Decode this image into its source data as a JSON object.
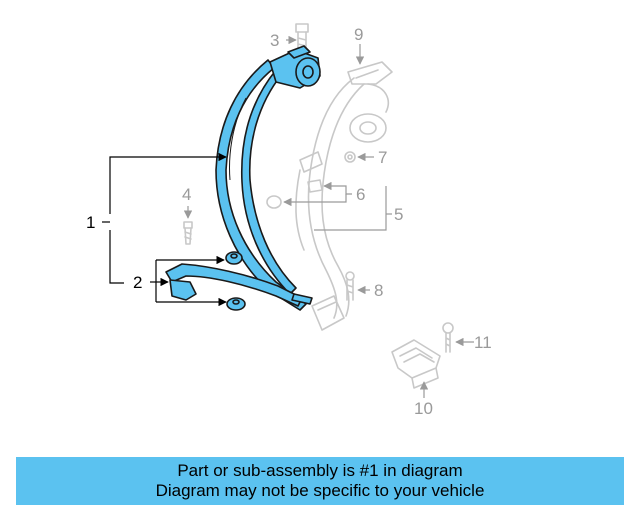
{
  "colors": {
    "highlight_fill": "#5bc2f0",
    "highlight_stroke": "#1a1a1a",
    "ghost_stroke": "#c8c8c8",
    "ghost_label": "#9a9a9a",
    "banner_bg": "#5bc2f0"
  },
  "callouts": {
    "c1": "1",
    "c2": "2",
    "c3": "3",
    "c4": "4",
    "c5": "5",
    "c6": "6",
    "c7": "7",
    "c8": "8",
    "c9": "9",
    "c10": "10",
    "c11": "11"
  },
  "banner": {
    "line1": "Part or sub-assembly is #1 in diagram",
    "line2": "Diagram may not be specific to your vehicle"
  }
}
